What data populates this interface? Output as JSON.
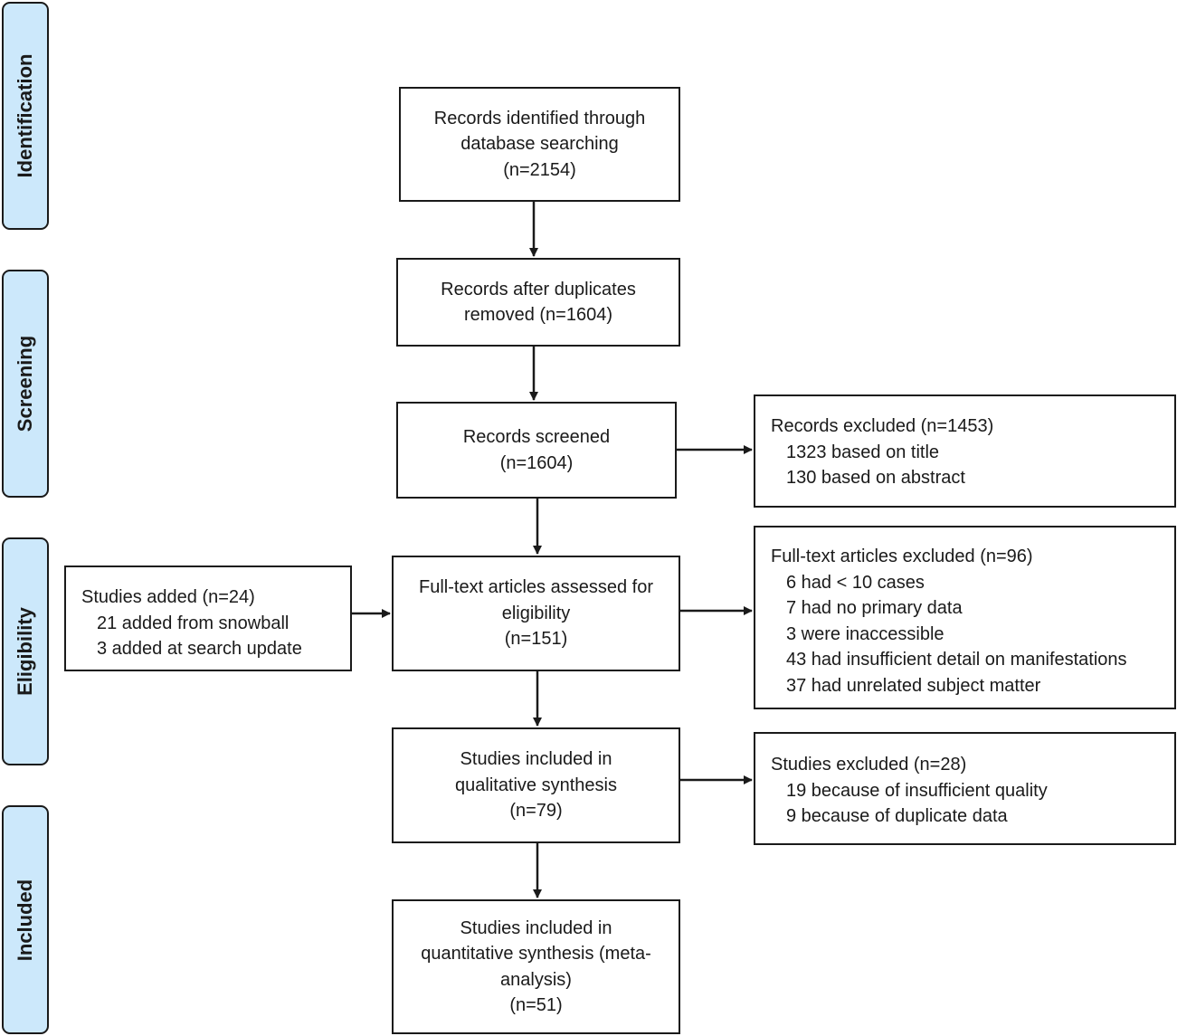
{
  "phases": {
    "identification": "Identification",
    "screening": "Screening",
    "eligibility": "Eligibility",
    "included": "Included"
  },
  "boxes": {
    "identified": {
      "lines": [
        "Records identified through",
        "database searching",
        "(n=2154)"
      ]
    },
    "after_duplicates": {
      "lines": [
        "Records after duplicates",
        "removed (n=1604)"
      ]
    },
    "screened": {
      "lines": [
        "Records screened",
        "(n=1604)"
      ]
    },
    "records_excluded": {
      "header": "Records excluded (n=1453)",
      "items": [
        "1323 based on title",
        "130 based on abstract"
      ]
    },
    "full_text_assessed": {
      "lines": [
        "Full-text articles assessed for",
        "eligibility",
        "(n=151)"
      ]
    },
    "studies_added": {
      "header": "Studies added (n=24)",
      "items": [
        "21 added from snowball",
        "3 added at search update"
      ]
    },
    "full_text_excluded": {
      "header": "Full-text articles excluded (n=96)",
      "items": [
        "6 had < 10 cases",
        "7 had no primary data",
        "3 were inaccessible",
        "43 had insufficient detail on manifestations",
        "37 had unrelated subject matter"
      ]
    },
    "qualitative": {
      "lines": [
        "Studies included in",
        "qualitative synthesis",
        "(n=79)"
      ]
    },
    "studies_excluded": {
      "header": "Studies excluded (n=28)",
      "items": [
        "19 because of insufficient quality",
        "9 because of duplicate data"
      ]
    },
    "quantitative": {
      "lines": [
        "Studies included in",
        "quantitative synthesis (meta-",
        "analysis)",
        "(n=51)"
      ]
    }
  },
  "colors": {
    "phase_fill": "#cce8fb",
    "stroke": "#1a1a1a",
    "box_fill": "#ffffff"
  }
}
